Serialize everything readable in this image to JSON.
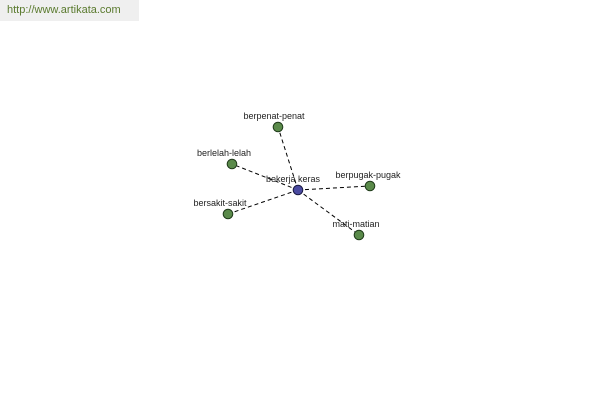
{
  "watermark": "http://www.artikata.com",
  "graph": {
    "center": {
      "id": "center",
      "label": "bekerja keras"
    },
    "nodes": [
      {
        "id": "n1",
        "label": "berpenat-penat"
      },
      {
        "id": "n2",
        "label": "berlelah-lelah"
      },
      {
        "id": "n3",
        "label": "berpugak-pugak"
      },
      {
        "id": "n4",
        "label": "bersakit-sakit"
      },
      {
        "id": "n5",
        "label": "mati-matian"
      }
    ],
    "edges": [
      {
        "from": "center",
        "to": "n1"
      },
      {
        "from": "center",
        "to": "n2"
      },
      {
        "from": "center",
        "to": "n3"
      },
      {
        "from": "center",
        "to": "n4"
      },
      {
        "from": "center",
        "to": "n5"
      }
    ],
    "colors": {
      "center_node": "#4a4aa0",
      "leaf_node": "#5a8a4a",
      "edge": "#000000",
      "watermark_text": "#5a7a2e"
    }
  }
}
